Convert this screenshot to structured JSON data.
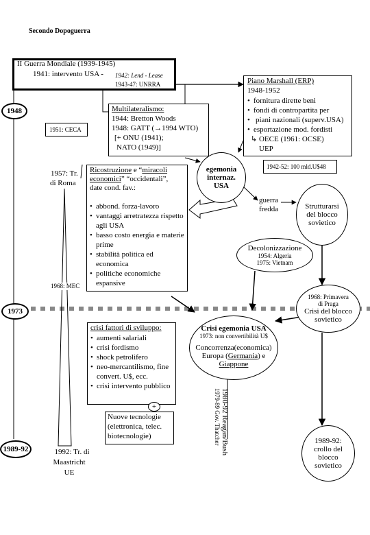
{
  "title": "Secondo Dopoguerra",
  "war_box": {
    "line1": "II Guerra Mondiale (1939-1945)",
    "line2": "1941: intervento USA -",
    "lend_lease": "1942: Lend - Lease",
    "unrra": "1943-47: UNRRA"
  },
  "marshall": {
    "title": "Piano Marshall (ERP)",
    "years": "1948-1952",
    "items": [
      "fornitura dirette beni",
      "fondi di contropartita per",
      "piani nazionali (superv.USA)",
      "esportazione mod. fordisti"
    ],
    "oece": "OECE (1961: OCSE)",
    "uep": "UEP",
    "funds": "1942-52: 100 mld.U$48"
  },
  "multilateral": {
    "title": "Multilateralismo:",
    "l1": "1944: Bretton Woods",
    "l2": "1948: GATT (→1994 WTO)",
    "l3": "[+ ONU (1941);",
    "l4": "NATO (1949)]"
  },
  "timeline": {
    "y1948": "1948",
    "y1973": "1973",
    "y1989": "1989-92",
    "ceca": "1951: CECA",
    "roma1": "1957: Tr.",
    "roma2": "di Roma",
    "mec": "1968: MEC",
    "maas1": "1992: Tr. di",
    "maas2": "Maastricht",
    "maas3": "UE"
  },
  "reconstruction": {
    "title1": "Ricostruzione",
    "title_e": " e “",
    "title2": "miracoli",
    "title3": "economici",
    "title4": "” “occidentali”,",
    "title5": "date cond. fav.:",
    "items": [
      "abbond. forza-lavoro",
      "vantaggi arretratezza rispetto agli USA",
      "basso costo energia e materie prime",
      "stabilità politica ed economica",
      "politiche economiche espansive"
    ]
  },
  "hegemony": {
    "l1": "egemonia",
    "l2": "internaz.",
    "l3": "USA"
  },
  "cold_war": {
    "l1": "guerra",
    "l2": "fredda"
  },
  "soviet": {
    "l1": "Strutturarsi",
    "l2": "del blocco",
    "l3": "sovietico"
  },
  "decolonization": {
    "title": "Decolonizzazione",
    "l1": "1954: Algeria",
    "l2": "1975: Vietnam"
  },
  "prague": {
    "l1": "1968: Primavera",
    "l2": "di Praga",
    "l3": "Crisi del blocco",
    "l4": "sovietico"
  },
  "crisis_factors": {
    "title": "crisi fattori di sviluppo:",
    "items": [
      "aumenti salariali",
      "crisi fordismo",
      "shock petrolifero",
      "neo-mercantilismo, fine convert. U$, ecc.",
      "crisi intervento pubblico"
    ]
  },
  "plus": "+",
  "new_tech": {
    "l1": "Nuove tecnologie",
    "l2": "(elettronica, telec.",
    "l3": "biotecnologie)"
  },
  "crisis_usa": {
    "title": "Crisi egemonia USA",
    "sub": "1973: non convertibilità U$",
    "c1": "Concorrenza(economica)",
    "c2a": "Europa (",
    "c2b": "Germania",
    "c2c": ") e",
    "c3": "Giappone"
  },
  "vertical": {
    "reagan": "1980-92 Reagan/Bush",
    "thatcher": "1979-89 Gov. Thatcher"
  },
  "collapse": {
    "l1": "1989-92:",
    "l2": "crollo del",
    "l3": "blocco",
    "l4": "sovietico"
  }
}
